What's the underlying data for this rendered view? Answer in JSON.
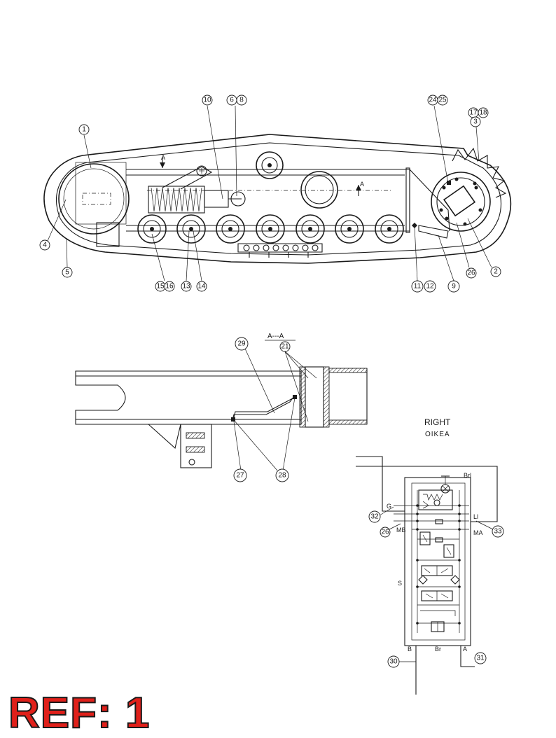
{
  "ref_label": "REF: 1",
  "colors": {
    "ref": "#e0201a",
    "ink": "#1a1a1a",
    "paper": "#ffffff"
  },
  "top_view": {
    "section_marks": [
      "A",
      "A"
    ],
    "balloons": [
      "1",
      "4",
      "5",
      "10",
      "6",
      "8",
      "24",
      "25",
      "17",
      "18",
      "3",
      "2",
      "26",
      "9",
      "11",
      "12",
      "15",
      "16",
      "13",
      "14"
    ]
  },
  "section_view": {
    "title": "A---A",
    "balloons": [
      "29",
      "21",
      "27",
      "28"
    ]
  },
  "schematic": {
    "title": "RIGHT",
    "subtitle": "OIKEA",
    "ports": {
      "Brl": "Brl",
      "G": "G",
      "Ll": "Ll",
      "MB": "MB",
      "MA": "MA",
      "S": "S",
      "B": "B",
      "Br": "Br",
      "A": "A"
    },
    "balloons": [
      "32",
      "26",
      "33",
      "30",
      "31"
    ]
  }
}
